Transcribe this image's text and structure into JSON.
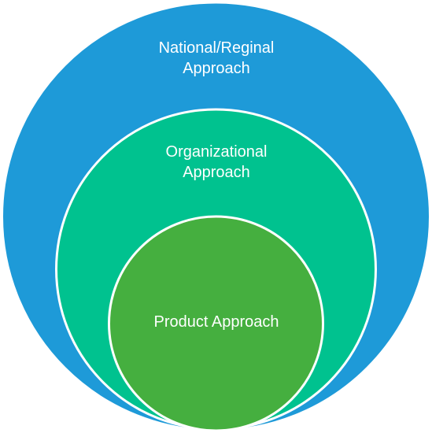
{
  "diagram": {
    "circles": [
      {
        "name": "outer",
        "label": "National/Reginal\nApproach",
        "fill": "#1E9AD8"
      },
      {
        "name": "middle",
        "label": "Organizational\nApproach",
        "fill": "#00C28F"
      },
      {
        "name": "inner",
        "label": "Product Approach",
        "fill": "#45AF3F"
      }
    ],
    "stroke_color": "#ffffff"
  }
}
